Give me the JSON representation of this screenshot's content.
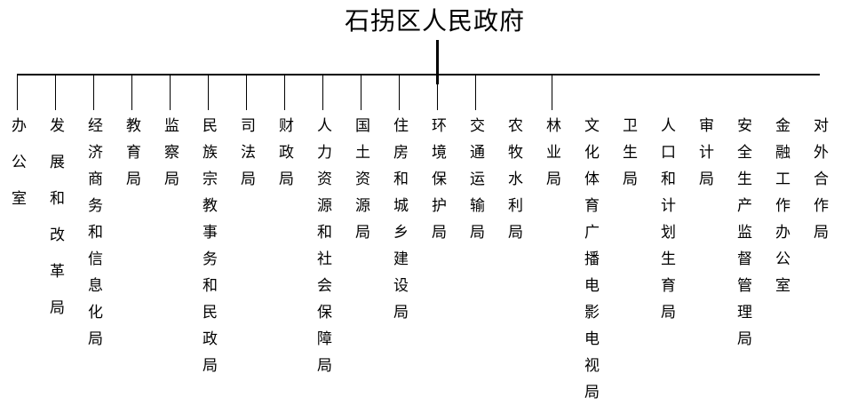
{
  "page": {
    "background": "#ffffff",
    "text_color": "#000000",
    "line_color": "#000000"
  },
  "org_chart": {
    "type": "organization-tree",
    "root_label": "石拐区人民政府",
    "departments": [
      {
        "name": "办公室",
        "connector": true,
        "wide": true
      },
      {
        "name": "发展和改革局",
        "connector": true,
        "wide": true
      },
      {
        "name": "经济商务和信息化局",
        "connector": true,
        "wide": false
      },
      {
        "name": "教育局",
        "connector": true,
        "wide": false
      },
      {
        "name": "监察局",
        "connector": true,
        "wide": false
      },
      {
        "name": "民族宗教事务和民政局",
        "connector": true,
        "wide": false
      },
      {
        "name": "司法局",
        "connector": true,
        "wide": false
      },
      {
        "name": "财政局",
        "connector": true,
        "wide": false
      },
      {
        "name": "人力资源和社会保障局",
        "connector": true,
        "wide": false
      },
      {
        "name": "国土资源局",
        "connector": true,
        "wide": false
      },
      {
        "name": "住房和城乡建设局",
        "connector": true,
        "wide": false
      },
      {
        "name": "环境保护局",
        "connector": true,
        "wide": false
      },
      {
        "name": "交通运输局",
        "connector": true,
        "wide": false
      },
      {
        "name": "农牧水利局",
        "connector": false,
        "wide": false
      },
      {
        "name": "林业局",
        "connector": true,
        "wide": false
      },
      {
        "name": "文化体育广播电影电视局",
        "connector": false,
        "wide": false
      },
      {
        "name": "卫生局",
        "connector": false,
        "wide": false
      },
      {
        "name": "人口和计划生育局",
        "connector": false,
        "wide": false
      },
      {
        "name": "审计局",
        "connector": false,
        "wide": false
      },
      {
        "name": "安全生产监督管理局",
        "connector": false,
        "wide": false
      },
      {
        "name": "金融工作办公室",
        "connector": false,
        "wide": false
      },
      {
        "name": "对外合作局",
        "connector": false,
        "wide": false
      }
    ]
  }
}
